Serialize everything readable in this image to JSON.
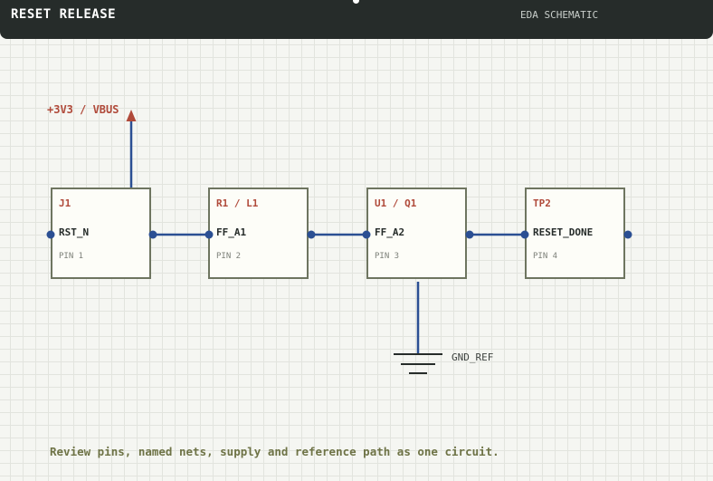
{
  "header": {
    "title": "RESET RELEASE",
    "subtitle": "EDA SCHEMATIC"
  },
  "supply": {
    "label": "+3V3 / VBUS"
  },
  "components": [
    {
      "ref": "J1",
      "net": "RST_N",
      "pin": "PIN 1"
    },
    {
      "ref": "R1 / L1",
      "net": "FF_A1",
      "pin": "PIN 2"
    },
    {
      "ref": "U1 / Q1",
      "net": "FF_A2",
      "pin": "PIN 3"
    },
    {
      "ref": "TP2",
      "net": "RESET_DONE",
      "pin": "PIN 4"
    }
  ],
  "ground": {
    "label": "GND_REF"
  },
  "footer": {
    "note": "Review pins, named nets, supply and reference path as one circuit."
  },
  "colors": {
    "wire": "#2b4f93",
    "supply": "#b04a3a",
    "component_border": "#6e7560",
    "header_bg": "#262c2a"
  }
}
